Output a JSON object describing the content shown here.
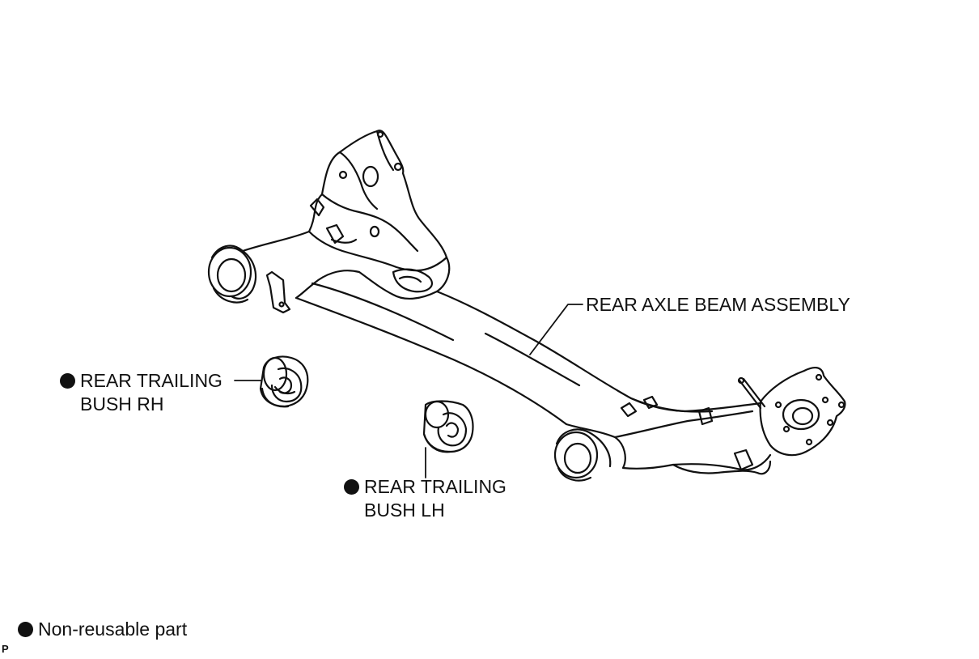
{
  "labels": {
    "axle_beam": "REAR AXLE BEAM ASSEMBLY",
    "bush_rh_line1": "REAR TRAILING",
    "bush_rh_line2": "BUSH RH",
    "bush_lh_line1": "REAR TRAILING",
    "bush_lh_line2": "BUSH LH"
  },
  "legend": {
    "marker_icon": "filled-circle-icon",
    "text": "Non-reusable part"
  },
  "corner_code": "P",
  "colors": {
    "ink": "#111111",
    "background": "#ffffff"
  }
}
